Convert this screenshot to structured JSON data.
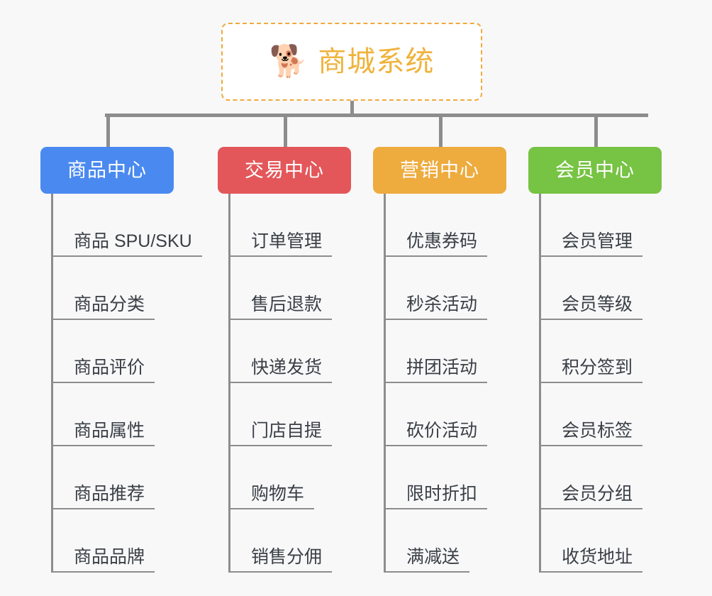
{
  "canvas": {
    "background": "#f8f8f9",
    "connector_color": "#8d8d8d"
  },
  "root": {
    "icon": "shiba-dog-face-icon",
    "emoji": "🐕",
    "title": "商城系统",
    "title_color": "#efb33c",
    "border_color": "#eeab3e",
    "border_style": "dashed"
  },
  "columns": [
    {
      "id": "product-center",
      "label": "商品中心",
      "color": "#4a8af0",
      "items": [
        "商品 SPU/SKU",
        "商品分类",
        "商品评价",
        "商品属性",
        "商品推荐",
        "商品品牌"
      ]
    },
    {
      "id": "trade-center",
      "label": "交易中心",
      "color": "#e3575a",
      "items": [
        "订单管理",
        "售后退款",
        "快递发货",
        "门店自提",
        "购物车",
        "销售分佣"
      ]
    },
    {
      "id": "marketing-center",
      "label": "营销中心",
      "color": "#eeab3e",
      "items": [
        "优惠券码",
        "秒杀活动",
        "拼团活动",
        "砍价活动",
        "限时折扣",
        "满减送"
      ]
    },
    {
      "id": "member-center",
      "label": "会员中心",
      "color": "#77c344",
      "items": [
        "会员管理",
        "会员等级",
        "积分签到",
        "会员标签",
        "会员分组",
        "收货地址"
      ]
    }
  ]
}
